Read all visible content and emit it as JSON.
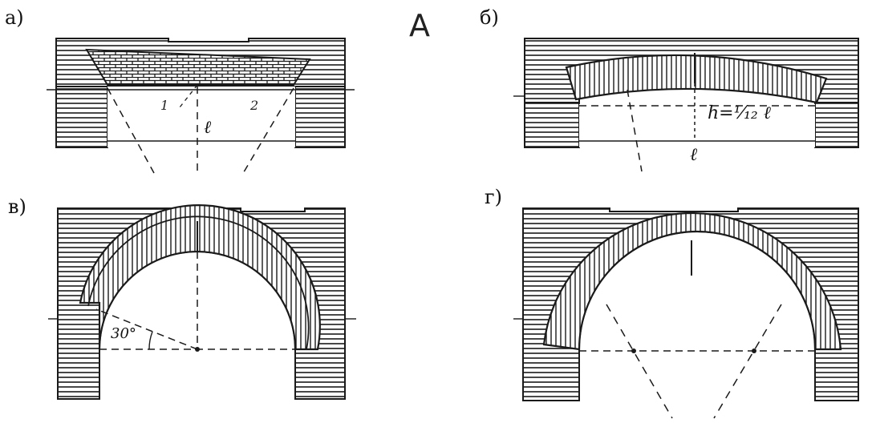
{
  "title": "А",
  "panels": [
    {
      "id": "a",
      "label": "а)"
    },
    {
      "id": "b",
      "label": "б)"
    },
    {
      "id": "v",
      "label": "в)"
    },
    {
      "id": "g",
      "label": "г)"
    }
  ],
  "annotations": {
    "span": "ℓ",
    "rise_formula": "h=⅟₁₂ ℓ",
    "angle": "30°",
    "line_1": "1",
    "line_2": "2"
  },
  "colors": {
    "ink": "#1a1a1a",
    "paper": "#ffffff"
  }
}
